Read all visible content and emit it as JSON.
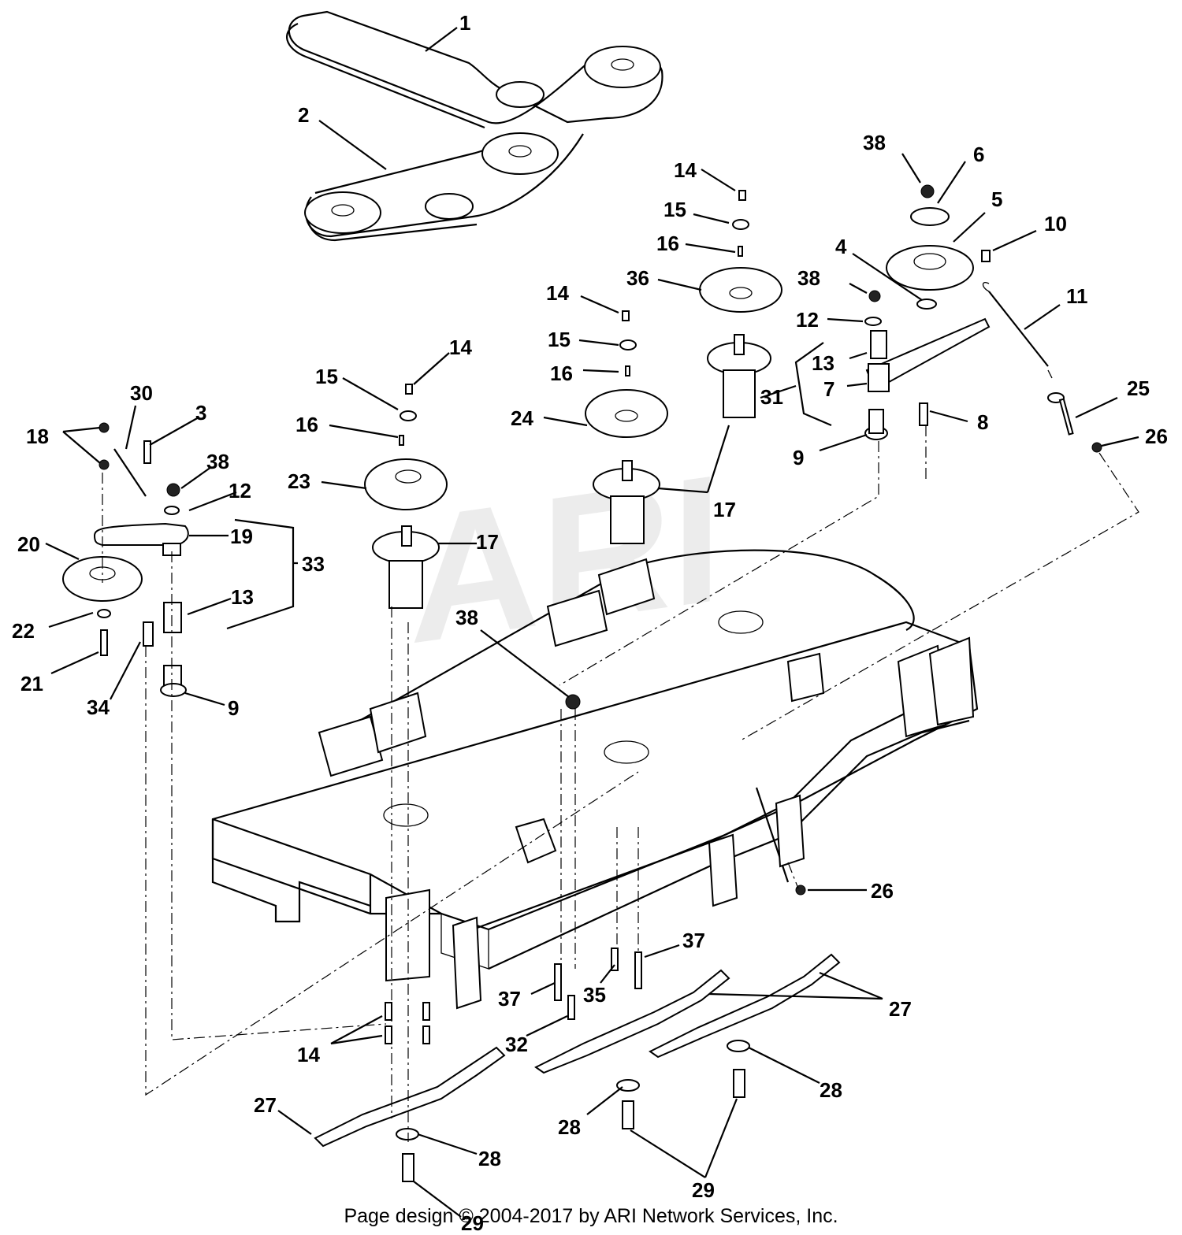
{
  "watermark": "ARI",
  "footer": "Page design © 2004-2017 by ARI Network Services, Inc.",
  "callouts": [
    {
      "id": "c1",
      "label": "1"
    },
    {
      "id": "c2",
      "label": "2"
    },
    {
      "id": "c38a",
      "label": "38"
    },
    {
      "id": "c6",
      "label": "6"
    },
    {
      "id": "c5",
      "label": "5"
    },
    {
      "id": "c10",
      "label": "10"
    },
    {
      "id": "c14a",
      "label": "14"
    },
    {
      "id": "c15a",
      "label": "15"
    },
    {
      "id": "c16a",
      "label": "16"
    },
    {
      "id": "c4",
      "label": "4"
    },
    {
      "id": "c36",
      "label": "36"
    },
    {
      "id": "c38b",
      "label": "38"
    },
    {
      "id": "c11",
      "label": "11"
    },
    {
      "id": "c14b",
      "label": "14"
    },
    {
      "id": "c12a",
      "label": "12"
    },
    {
      "id": "c15b",
      "label": "15"
    },
    {
      "id": "c13a",
      "label": "13"
    },
    {
      "id": "c14c",
      "label": "14"
    },
    {
      "id": "c16b",
      "label": "16"
    },
    {
      "id": "c7",
      "label": "7"
    },
    {
      "id": "c31",
      "label": "31"
    },
    {
      "id": "c25",
      "label": "25"
    },
    {
      "id": "c15c",
      "label": "15"
    },
    {
      "id": "c30",
      "label": "30"
    },
    {
      "id": "c3",
      "label": "3"
    },
    {
      "id": "c24",
      "label": "24"
    },
    {
      "id": "c8",
      "label": "8"
    },
    {
      "id": "c18",
      "label": "18"
    },
    {
      "id": "c16c",
      "label": "16"
    },
    {
      "id": "c9a",
      "label": "9"
    },
    {
      "id": "c26a",
      "label": "26"
    },
    {
      "id": "c38c",
      "label": "38"
    },
    {
      "id": "c23",
      "label": "23"
    },
    {
      "id": "c12b",
      "label": "12"
    },
    {
      "id": "c17a",
      "label": "17"
    },
    {
      "id": "c20",
      "label": "20"
    },
    {
      "id": "c19",
      "label": "19"
    },
    {
      "id": "c17b",
      "label": "17"
    },
    {
      "id": "c33",
      "label": "33"
    },
    {
      "id": "c13b",
      "label": "13"
    },
    {
      "id": "c38d",
      "label": "38"
    },
    {
      "id": "c22",
      "label": "22"
    },
    {
      "id": "c21",
      "label": "21"
    },
    {
      "id": "c34",
      "label": "34"
    },
    {
      "id": "c9b",
      "label": "9"
    },
    {
      "id": "c26b",
      "label": "26"
    },
    {
      "id": "c37a",
      "label": "37"
    },
    {
      "id": "c37b",
      "label": "37"
    },
    {
      "id": "c35",
      "label": "35"
    },
    {
      "id": "c27a",
      "label": "27"
    },
    {
      "id": "c32",
      "label": "32"
    },
    {
      "id": "c14d",
      "label": "14"
    },
    {
      "id": "c28a",
      "label": "28"
    },
    {
      "id": "c27b",
      "label": "27"
    },
    {
      "id": "c28b",
      "label": "28"
    },
    {
      "id": "c28c",
      "label": "28"
    },
    {
      "id": "c29a",
      "label": "29"
    },
    {
      "id": "c29b",
      "label": "29"
    }
  ]
}
